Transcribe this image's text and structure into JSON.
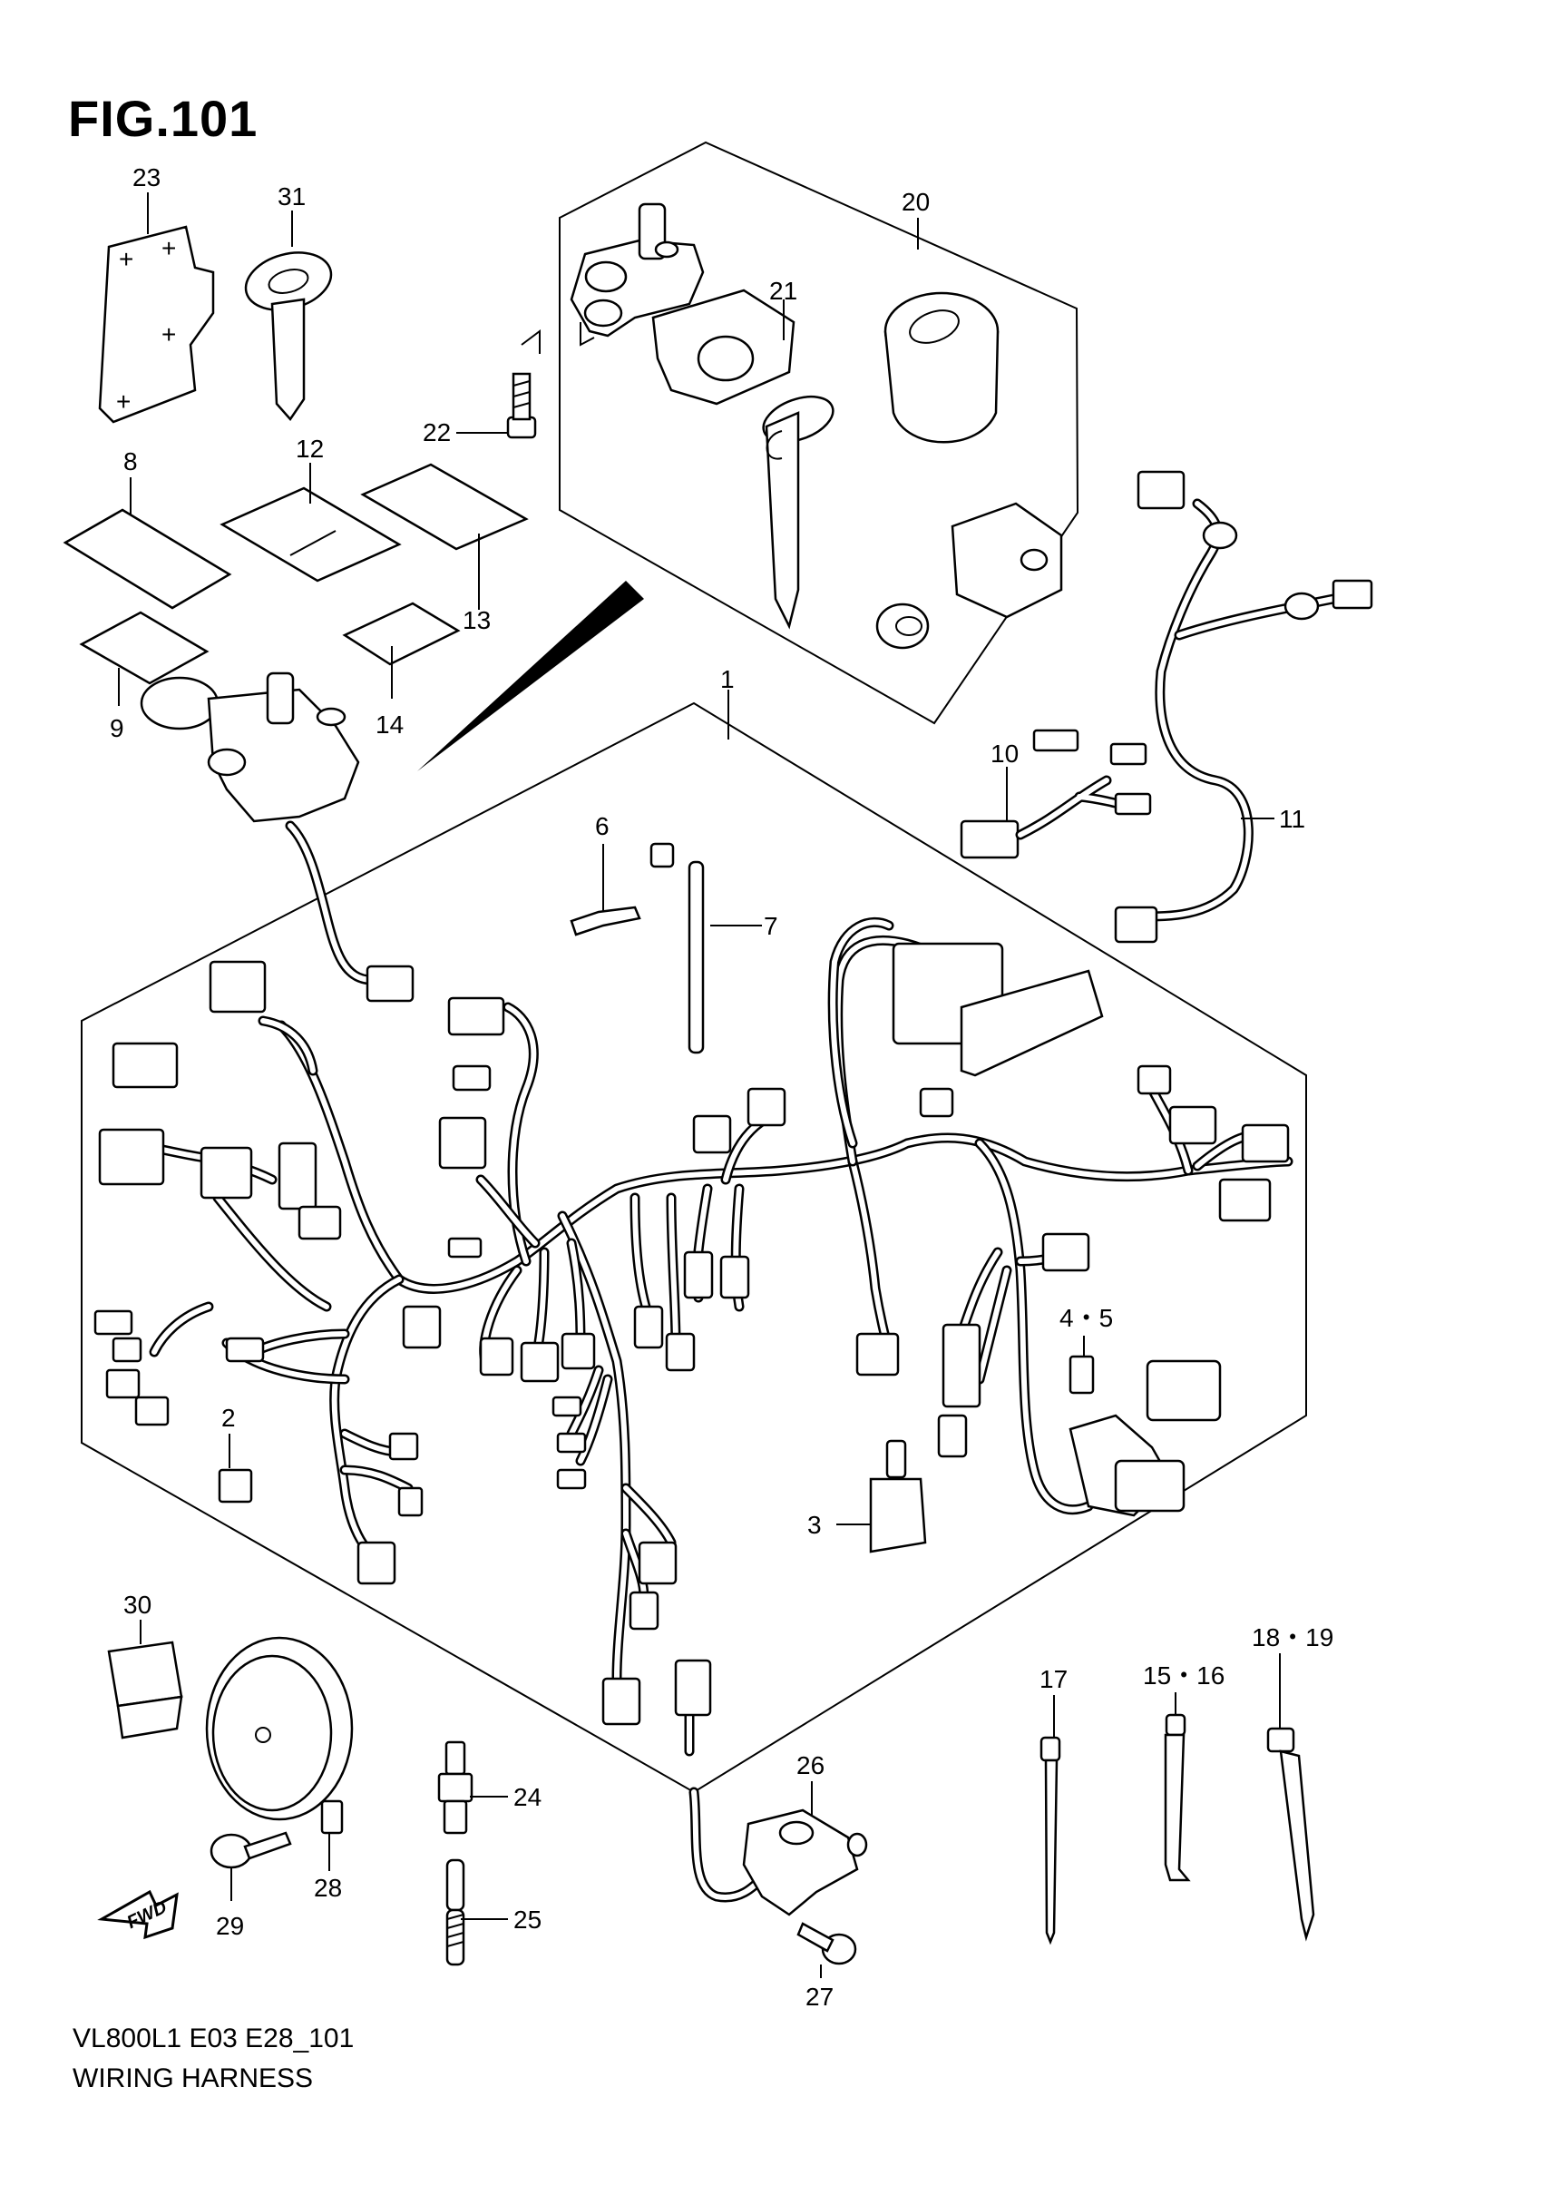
{
  "figure": {
    "title": "FIG.101",
    "model_code": "VL800L1 E03 E28_101",
    "caption": "WIRING HARNESS",
    "fwd_label": "FWD"
  },
  "callouts": {
    "c1": "1",
    "c2": "2",
    "c3": "3",
    "c45": "4・5",
    "c6": "6",
    "c7": "7",
    "c8": "8",
    "c9": "9",
    "c10": "10",
    "c11": "11",
    "c12": "12",
    "c13": "13",
    "c14": "14",
    "c1516": "15・16",
    "c17": "17",
    "c1819": "18・19",
    "c20": "20",
    "c21": "21",
    "c22": "22",
    "c23": "23",
    "c24": "24",
    "c25": "25",
    "c26": "26",
    "c27": "27",
    "c28": "28",
    "c29": "29",
    "c30": "30",
    "c31": "31"
  }
}
